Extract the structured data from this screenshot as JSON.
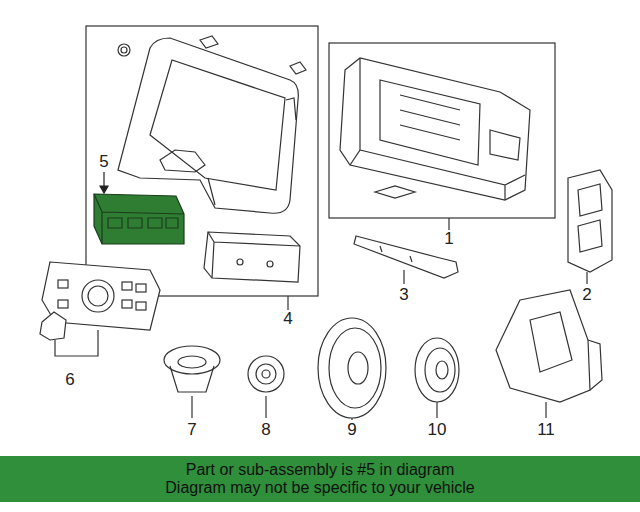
{
  "diagram": {
    "nodes": [
      {
        "text": [
          "Part or sub-assembly is #5 in diagram",
          "Diagram may not be specific to your vehicle"
        ]
      }
    ],
    "labels": [
      "5",
      "1",
      "2",
      "3",
      "4",
      "6",
      "7",
      "8",
      "9",
      "10",
      "11"
    ]
  }
}
